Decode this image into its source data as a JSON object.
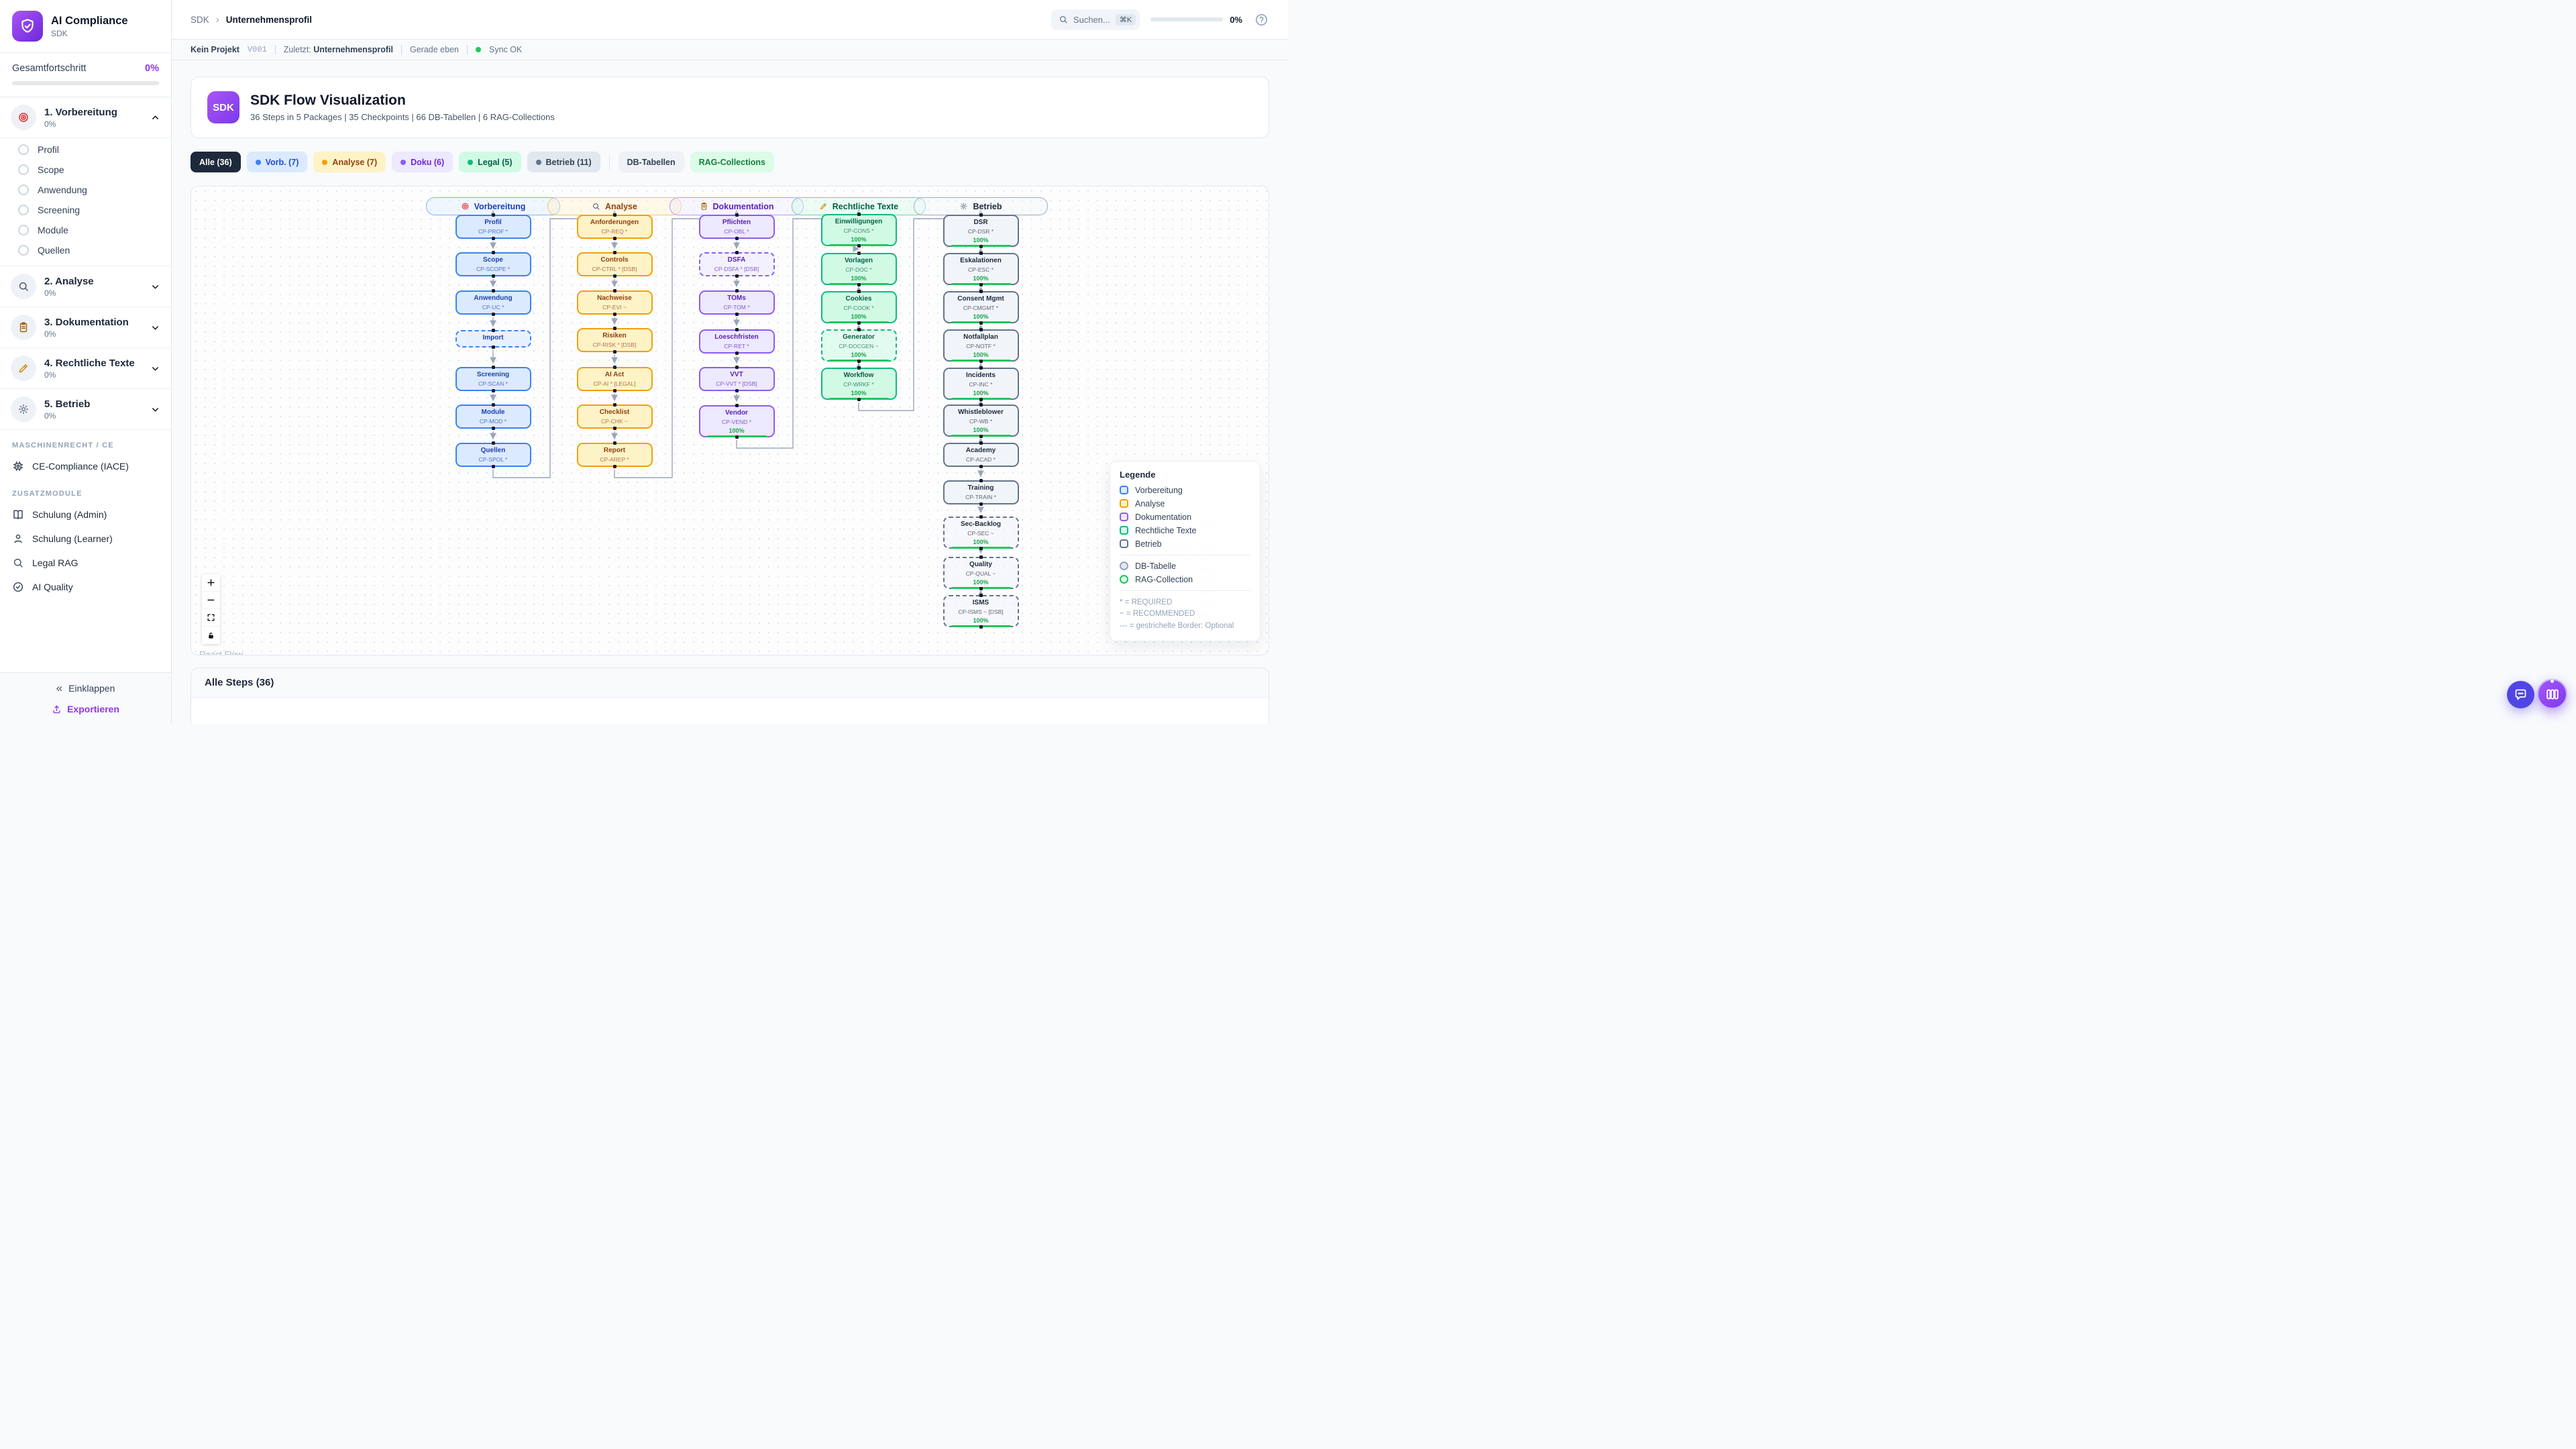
{
  "sidebar": {
    "brand": {
      "title": "AI Compliance",
      "subtitle": "SDK",
      "logo_icon": "shield-check-icon"
    },
    "overall": {
      "label": "Gesamtfortschritt",
      "value": "0%"
    },
    "phases": [
      {
        "icon": "target-icon",
        "label": "1. Vorbereitung",
        "percent": "0%",
        "expanded": true,
        "children": [
          "Profil",
          "Scope",
          "Anwendung",
          "Screening",
          "Module",
          "Quellen"
        ]
      },
      {
        "icon": "search-icon",
        "label": "2. Analyse",
        "percent": "0%",
        "expanded": false,
        "children": []
      },
      {
        "icon": "clipboard-icon",
        "label": "3. Dokumentation",
        "percent": "0%",
        "expanded": false,
        "children": []
      },
      {
        "icon": "memo-icon",
        "label": "4. Rechtliche Texte",
        "percent": "0%",
        "expanded": false,
        "children": []
      },
      {
        "icon": "gear-icon",
        "label": "5. Betrieb",
        "percent": "0%",
        "expanded": false,
        "children": []
      }
    ],
    "groups": [
      {
        "heading": "MASCHINENRECHT / CE",
        "items": [
          {
            "icon": "chip-icon",
            "label": "CE-Compliance (IACE)"
          }
        ]
      },
      {
        "heading": "ZUSATZMODULE",
        "items": [
          {
            "icon": "book-icon",
            "label": "Schulung (Admin)"
          },
          {
            "icon": "user-icon",
            "label": "Schulung (Learner)"
          },
          {
            "icon": "search-icon",
            "label": "Legal RAG"
          },
          {
            "icon": "check-circle-icon",
            "label": "AI Quality"
          }
        ]
      }
    ],
    "collapse_label": "Einklappen",
    "export_label": "Exportieren"
  },
  "header": {
    "breadcrumb": {
      "root": "SDK",
      "separator": "›",
      "current": "Unternehmensprofil"
    },
    "search": {
      "placeholder": "Suchen...",
      "shortcut": "⌘K"
    },
    "progress_value": "0%"
  },
  "statusbar": {
    "project": "Kein Projekt",
    "version": "V001",
    "last_label": "Zuletzt:",
    "last_value": "Unternehmensprofil",
    "time": "Gerade eben",
    "sync": "Sync OK"
  },
  "flowcard": {
    "badge": "SDK",
    "title": "SDK Flow Visualization",
    "subtitle": "36 Steps in 5 Packages | 35 Checkpoints | 66 DB-Tabellen | 6 RAG-Collections"
  },
  "filters": [
    {
      "label": "Alle (36)",
      "kind": "all",
      "dot": false
    },
    {
      "label": "Vorb. (7)",
      "kind": "blue",
      "dot": true
    },
    {
      "label": "Analyse (7)",
      "kind": "yellow",
      "dot": true
    },
    {
      "label": "Doku (6)",
      "kind": "purple",
      "dot": true
    },
    {
      "label": "Legal (5)",
      "kind": "green",
      "dot": true
    },
    {
      "label": "Betrieb (11)",
      "kind": "gray",
      "dot": true
    },
    {
      "label": "DB-Tabellen",
      "kind": "db",
      "dot": false,
      "sep_before": true
    },
    {
      "label": "RAG-Collections",
      "kind": "rag",
      "dot": false
    }
  ],
  "flow": {
    "columns": [
      {
        "icon": "target-icon",
        "title": "Vorbereitung",
        "color": "blue",
        "nodes": [
          {
            "t": "Profil",
            "c": "CP-PROF *"
          },
          {
            "t": "Scope",
            "c": "CP-SCOPE *"
          },
          {
            "t": "Anwendung",
            "c": "CP-UC *"
          },
          {
            "t": "Import",
            "dashed": true
          },
          {
            "t": "Screening",
            "c": "CP-SCAN *"
          },
          {
            "t": "Module",
            "c": "CP-MOD *"
          },
          {
            "t": "Quellen",
            "c": "CP-SPOL *"
          }
        ]
      },
      {
        "icon": "search-icon",
        "title": "Analyse",
        "color": "yellow",
        "nodes": [
          {
            "t": "Anforderungen",
            "c": "CP-REQ *"
          },
          {
            "t": "Controls",
            "c": "CP-CTRL * [DSB]"
          },
          {
            "t": "Nachweise",
            "c": "CP-EVI ~"
          },
          {
            "t": "Risiken",
            "c": "CP-RISK * [DSB]"
          },
          {
            "t": "AI Act",
            "c": "CP-AI * [LEGAL]"
          },
          {
            "t": "Checklist",
            "c": "CP-CHK ~"
          },
          {
            "t": "Report",
            "c": "CP-AREP *"
          }
        ]
      },
      {
        "icon": "clipboard-icon",
        "title": "Dokumentation",
        "color": "purple",
        "nodes": [
          {
            "t": "Pflichten",
            "c": "CP-OBL *"
          },
          {
            "t": "DSFA",
            "c": "CP-DSFA * [DSB]",
            "dashed": true
          },
          {
            "t": "TOMs",
            "c": "CP-TOM *"
          },
          {
            "t": "Loeschfristen",
            "c": "CP-RET *"
          },
          {
            "t": "VVT",
            "c": "CP-VVT * [DSB]"
          },
          {
            "t": "Vendor",
            "c": "CP-VEND *",
            "pct": "100%"
          }
        ]
      },
      {
        "icon": "memo-icon",
        "title": "Rechtliche Texte",
        "color": "green",
        "nodes": [
          {
            "t": "Einwilligungen",
            "c": "CP-CONS *",
            "pct": "100%"
          },
          {
            "t": "Vorlagen",
            "c": "CP-DOC *",
            "pct": "100%"
          },
          {
            "t": "Cookies",
            "c": "CP-COOK *",
            "pct": "100%"
          },
          {
            "t": "Generator",
            "c": "CP-DOCGEN ~",
            "pct": "100%",
            "dashed": true
          },
          {
            "t": "Workflow",
            "c": "CP-WRKF *",
            "pct": "100%"
          }
        ]
      },
      {
        "icon": "gear-icon",
        "title": "Betrieb",
        "color": "gray",
        "nodes": [
          {
            "t": "DSR",
            "c": "CP-DSR *",
            "pct": "100%"
          },
          {
            "t": "Eskalationen",
            "c": "CP-ESC *",
            "pct": "100%"
          },
          {
            "t": "Consent Mgmt",
            "c": "CP-CMGMT *",
            "pct": "100%"
          },
          {
            "t": "Notfallplan",
            "c": "CP-NOTF *",
            "pct": "100%"
          },
          {
            "t": "Incidents",
            "c": "CP-INC *",
            "pct": "100%"
          },
          {
            "t": "Whistleblower",
            "c": "CP-WB *",
            "pct": "100%"
          },
          {
            "t": "Academy",
            "c": "CP-ACAD *"
          },
          {
            "t": "Training",
            "c": "CP-TRAIN *"
          },
          {
            "t": "Sec-Backlog",
            "c": "CP-SEC ~",
            "pct": "100%",
            "dashed": true
          },
          {
            "t": "Quality",
            "c": "CP-QUAL ~",
            "pct": "100%",
            "dashed": true
          },
          {
            "t": "ISMS",
            "c": "CP-ISMS ~ [DSB]",
            "pct": "100%",
            "dashed": true
          }
        ]
      }
    ],
    "colors": {
      "blue": {
        "border": "#3b82f6",
        "bg": "#dbeafe",
        "text": "#1e40af"
      },
      "yellow": {
        "border": "#f59e0b",
        "bg": "#fef3c7",
        "text": "#92400e"
      },
      "purple": {
        "border": "#8b5cf6",
        "bg": "#ede9fe",
        "text": "#5b21b6"
      },
      "green": {
        "border": "#10b981",
        "bg": "#d1fae5",
        "text": "#065f46"
      },
      "gray": {
        "border": "#64748b",
        "bg": "#f1f5f9",
        "text": "#1e293b"
      }
    },
    "legend": {
      "title": "Legende",
      "phase_items": [
        {
          "label": "Vorbereitung",
          "color": "blue"
        },
        {
          "label": "Analyse",
          "color": "yellow"
        },
        {
          "label": "Dokumentation",
          "color": "purple"
        },
        {
          "label": "Rechtliche Texte",
          "color": "green"
        },
        {
          "label": "Betrieb",
          "color": "gray"
        }
      ],
      "shape_items": [
        {
          "label": "DB-Tabelle",
          "border": "#94a3b8",
          "bg": "#e2e8f0"
        },
        {
          "label": "RAG-Collection",
          "border": "#22c55e",
          "bg": "#dcfce7"
        }
      ],
      "notes": [
        "* = REQUIRED",
        "~ = RECOMMENDED",
        "--- = gestrichelte Border: Optional"
      ]
    },
    "attribution": "React Flow"
  },
  "steps_panel": {
    "title": "Alle Steps (36)"
  }
}
